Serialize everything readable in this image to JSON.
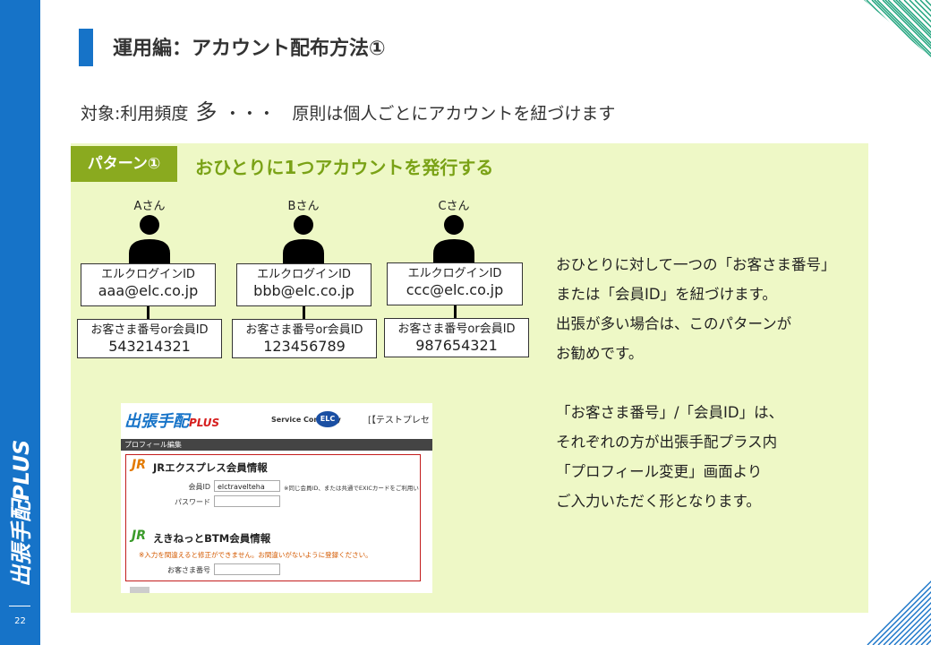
{
  "sidebar": {
    "logo": "出張手配PLUS",
    "page_number": "22"
  },
  "title": "運用編：アカウント配布方法①",
  "subtitle": {
    "prefix": "対象:利用頻度",
    "level": "多",
    "suffix": "・・・　原則は個人ごとにアカウントを紐づけます"
  },
  "pattern": {
    "tag": "パターン①",
    "title": "おひとりに1つアカウントを発行する"
  },
  "people": [
    {
      "name": "Aさん",
      "login_label": "エルクログインID",
      "login_id": "aaa@elc.co.jp",
      "member_label": "お客さま番号or会員ID",
      "member_id": "543214321"
    },
    {
      "name": "Bさん",
      "login_label": "エルクログインID",
      "login_id": "bbb@elc.co.jp",
      "member_label": "お客さま番号or会員ID",
      "member_id": "123456789"
    },
    {
      "name": "Cさん",
      "login_label": "エルクログインID",
      "login_id": "ccc@elc.co.jp",
      "member_label": "お客さま番号or会員ID",
      "member_id": "987654321"
    }
  ],
  "description1": [
    "おひとりに対して一つの「お客さま番号」",
    "または「会員ID」を紐づけます。",
    "出張が多い場合は、このパターンが",
    "お勧めです。"
  ],
  "description2": [
    "「お客さま番号」/「会員ID」は、",
    "それぞれの方が出張手配プラス内",
    "「プロフィール変更」画面より",
    "ご入力いただく形となります。"
  ],
  "screenshot": {
    "logo": "出張手配",
    "logo_plus": "PLUS",
    "company": "Service Company",
    "company_badge": "ELC",
    "bracket_text": "[【テストプレセ",
    "header": "プロフィール編集",
    "jr_logo": "JR",
    "jr_section": "JRエクスプレス会員情報",
    "member_id_label": "会員ID",
    "member_id_value": "elctravelteha",
    "member_id_note": "※同じ会員ID、または共通でEXICカードをご利用い",
    "password_label": "パスワード",
    "ekinet_logo": "JR",
    "ekinet_section": "えきねっとBTM会員情報",
    "warning": "※入力を間違えると修正ができません。お間違いがないように登録ください。",
    "customer_no_label": "お客さま番号"
  }
}
